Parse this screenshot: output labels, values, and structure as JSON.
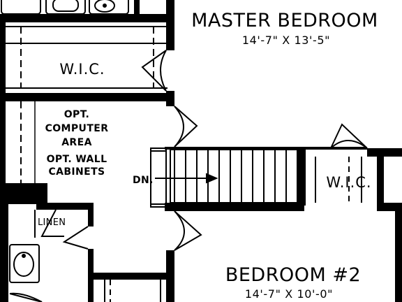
{
  "plan": {
    "master_bedroom": {
      "name": "MASTER BEDROOM",
      "dimensions": "14'-7\" X 13'-5\""
    },
    "bedroom_2": {
      "name": "BEDROOM #2",
      "dimensions": "14'-7\" X 10'-0\""
    },
    "wic_left": "W.I.C.",
    "wic_right": "W.I.C.",
    "computer_area": {
      "line1": "OPT.",
      "line2": "COMPUTER",
      "line3": "AREA"
    },
    "wall_cabinets": {
      "line1": "OPT. WALL",
      "line2": "CABINETS"
    },
    "stairs_label": "DN.",
    "linen": "LINEN"
  }
}
